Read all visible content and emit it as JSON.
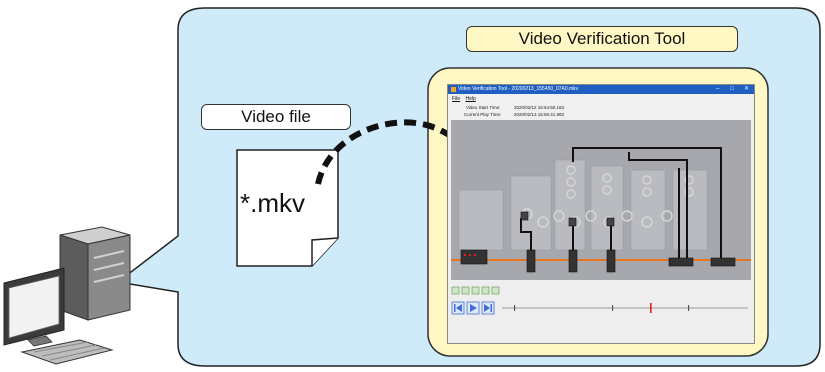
{
  "labels": {
    "tool": "Video Verification Tool",
    "video_file": "Video file",
    "file_ext": "*.mkv"
  },
  "app_window": {
    "title": "Video Verification Tool - 20200213_155450_07A0.mkv",
    "menu": [
      "File",
      "Help"
    ],
    "video_start_label": "Video Start Time:",
    "video_start_value": "2020/02/12 15:54:50.183",
    "current_play_label": "Current Play Time:",
    "current_play_value": "2020/02/13 15:56:41.983",
    "window_controls": [
      "–",
      "□",
      "✕"
    ]
  },
  "colors": {
    "bubble_fill": "#cfeaf8",
    "label_fill": "#fff8c4",
    "titlebar": "#1e5fc1",
    "accent_line": "#e8741e",
    "timeline_marker": "#e02020",
    "play_buttons": "#3f6fd1"
  },
  "icons": [
    "desktop-computer-icon",
    "document-icon",
    "play-icon",
    "rewind-icon",
    "fast-forward-icon"
  ]
}
